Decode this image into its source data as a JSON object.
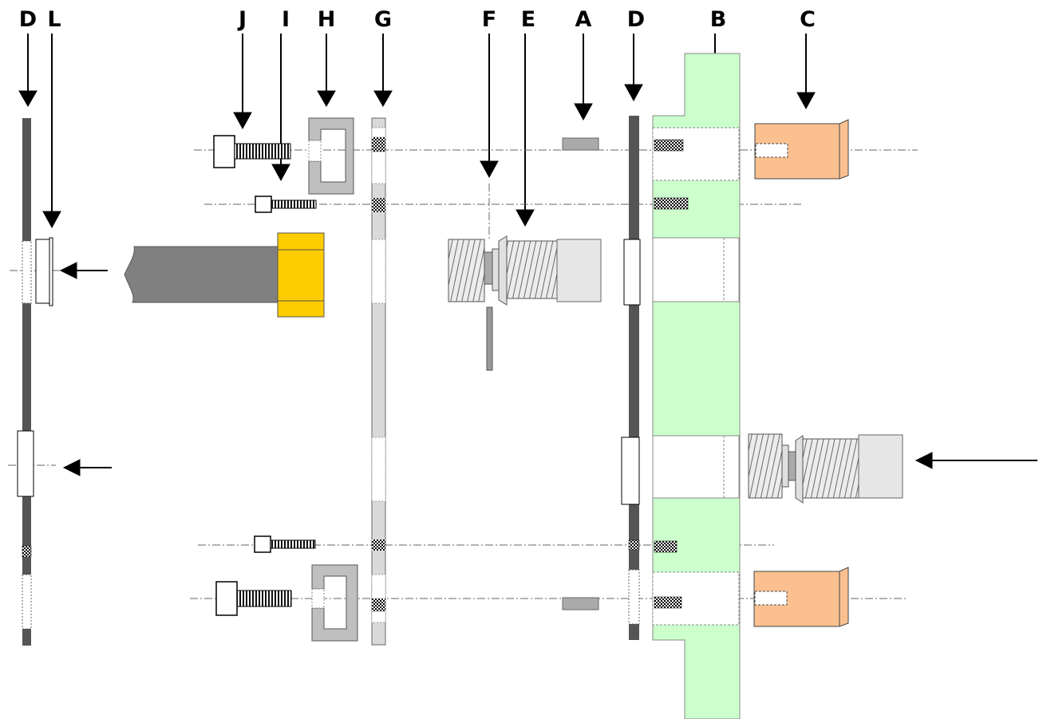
{
  "labels": {
    "D_left": "D",
    "L": "L",
    "J": "J",
    "I": "I",
    "H": "H",
    "G": "G",
    "F": "F",
    "E": "E",
    "A": "A",
    "D_right": "D",
    "B": "B",
    "C": "C"
  },
  "colors": {
    "plate_dark": "#555555",
    "plate_light": "#d9d9d9",
    "block_green": "#ccffcc",
    "bushing_orange": "#fac090",
    "handle_gray": "#808080",
    "handle_cap": "#ffcc00"
  },
  "icons": {
    "down_arrow": "arrow-down-icon",
    "left_arrow": "arrow-left-icon"
  }
}
